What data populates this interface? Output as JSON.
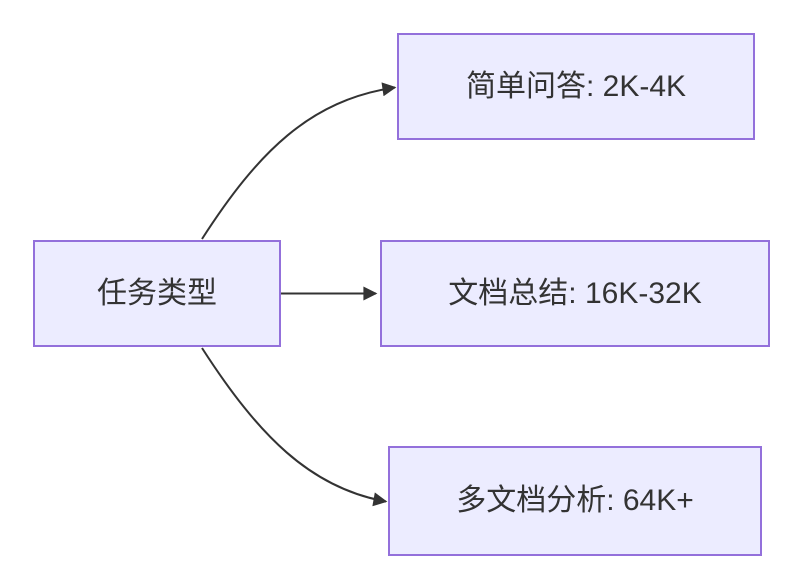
{
  "diagram": {
    "type": "flowchart",
    "direction": "left-to-right",
    "colors": {
      "background": "#FFFFFF",
      "node_fill": "#ECECFF",
      "node_border": "#9370DB",
      "edge": "#333333",
      "text": "#333333"
    },
    "root": {
      "id": "task-type",
      "label": "任务类型"
    },
    "branches": [
      {
        "id": "simple-qa",
        "label": "简单问答: 2K-4K"
      },
      {
        "id": "doc-summary",
        "label": "文档总结: 16K-32K"
      },
      {
        "id": "multi-doc-analysis",
        "label": "多文档分析: 64K+"
      }
    ],
    "edges": [
      {
        "from": "task-type",
        "to": "simple-qa",
        "shape": "curved"
      },
      {
        "from": "task-type",
        "to": "doc-summary",
        "shape": "straight"
      },
      {
        "from": "task-type",
        "to": "multi-doc-analysis",
        "shape": "curved"
      }
    ]
  }
}
